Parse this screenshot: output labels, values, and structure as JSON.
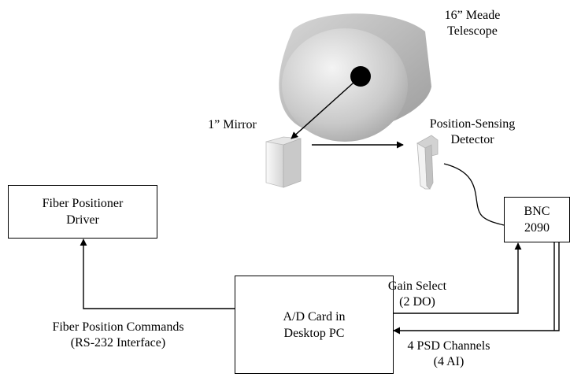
{
  "telescope": {
    "line1": "16” Meade",
    "line2": "Telescope"
  },
  "mirror": {
    "label": "1” Mirror"
  },
  "psd": {
    "line1": "Position-Sensing",
    "line2": "Detector"
  },
  "fiber_driver": {
    "line1": "Fiber Positioner",
    "line2": "Driver"
  },
  "bnc": {
    "line1": "BNC",
    "line2": "2090"
  },
  "ad_card": {
    "line1": "A/D Card in",
    "line2": "Desktop PC"
  },
  "gain_select": {
    "line1": "Gain Select",
    "line2": "(2 DO)"
  },
  "fiber_commands": {
    "line1": "Fiber Position Commands",
    "line2": "(RS-232 Interface)"
  },
  "psd_channels": {
    "line1": "4 PSD Channels",
    "line2": "(4 AI)"
  }
}
